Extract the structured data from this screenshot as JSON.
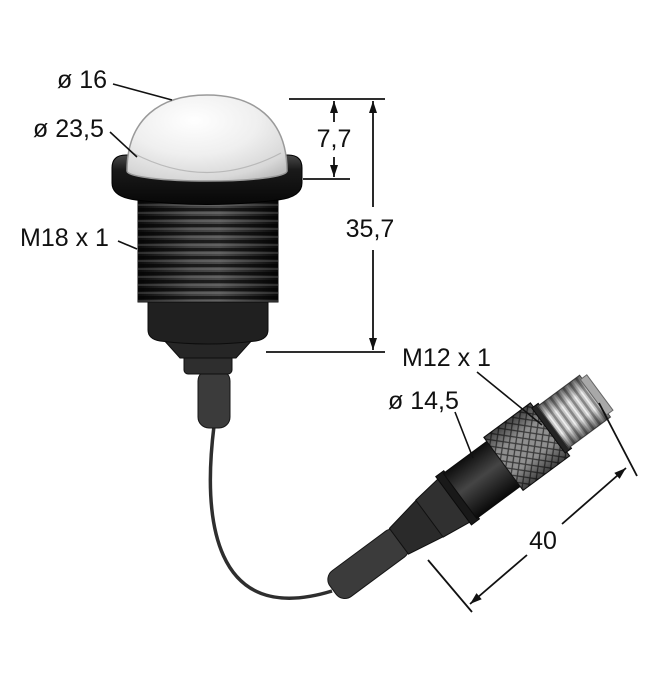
{
  "drawing": {
    "sensor": {
      "dome_diameter_label": "ø 16",
      "flange_diameter_label": "ø 23,5",
      "thread_label": "M18 x 1",
      "dome_height_label": "7,7",
      "body_length_label": "35,7"
    },
    "connector": {
      "thread_label": "M12 x 1",
      "diameter_label": "ø 14,5",
      "length_label": "40"
    },
    "colors": {
      "line": "#111111",
      "housing_dark": "#1c1c1c",
      "dome_light": "#ededed",
      "thread_silver": "#c6c6c6"
    }
  }
}
